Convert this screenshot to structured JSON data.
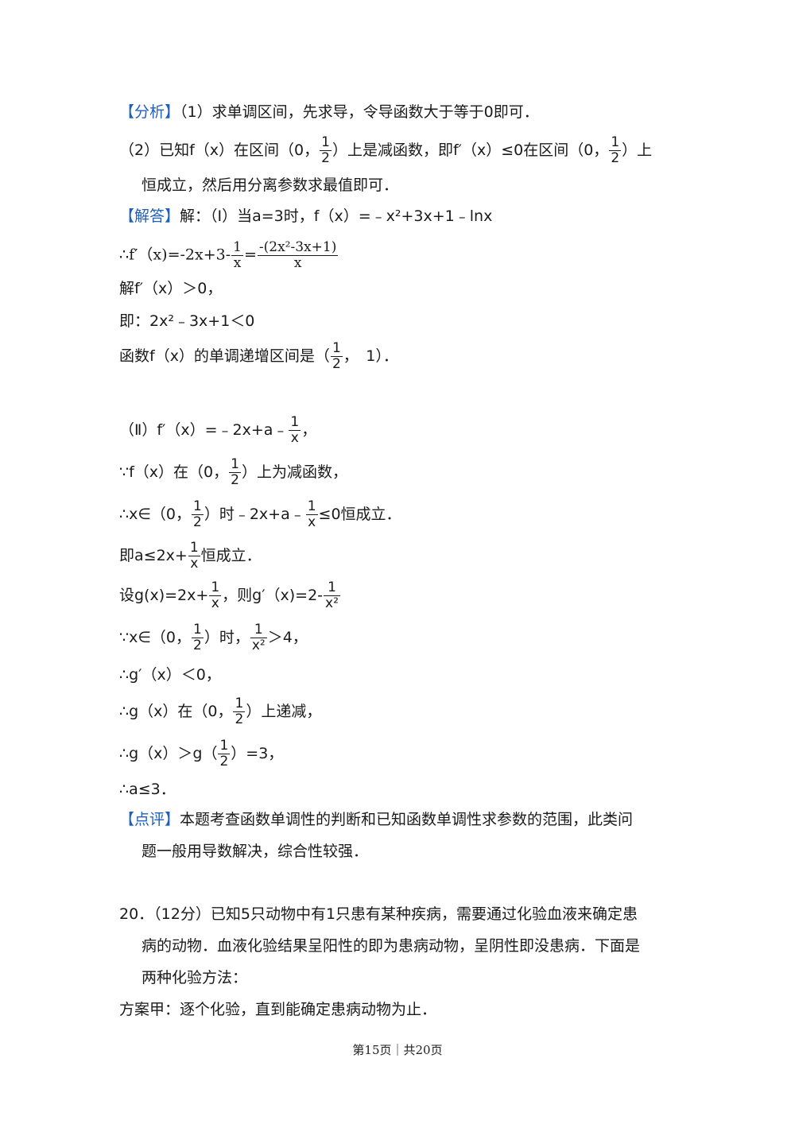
{
  "analysis": {
    "tag": "【分析】",
    "p1": "（1）求单调区间，先求导，令导函数大于等于0即可．",
    "p2a": "（2）已知f（x）在区间（0，",
    "p2b": "）上是减函数，即f′（x）≤0在区间（0，",
    "p2c": "）上",
    "p3": "恒成立，然后用分离参数求最值即可．"
  },
  "solution": {
    "tag": "【解答】",
    "intro": "解：（Ⅰ）当a=3时，f（x）=﹣x²+3x+1﹣lnx",
    "deriv_a": "∴f′（x)=-2x+3-",
    "deriv_b": "=",
    "deriv_num": "-(2x²-3x+1)",
    "solve1": "解f′（x）＞0，",
    "solve2": "即：2x²﹣3x+1＜0",
    "interval_a": "函数f（x）的单调递增区间是（",
    "interval_b": "，　1）．",
    "part2_a": "（Ⅱ）f′（x）=﹣2x+a﹣",
    "part2_b": "，",
    "dec_a": "∵f（x）在（0，",
    "dec_b": "）上为减函数，",
    "ineq_a": "∴x∈（0，",
    "ineq_b": "）时﹣2x+a﹣",
    "ineq_c": "≤0恒成立．",
    "sep_a": "即a≤2x+",
    "sep_b": "恒成立．",
    "g_a": "设g(x)=2x+",
    "g_b": "，则g′（x)=2-",
    "cond_a": "∵x∈（0，",
    "cond_b": "）时，",
    "cond_c": "＞4，",
    "gneg": "∴g′（x）＜0，",
    "gdec_a": "∴g（x）在（0，",
    "gdec_b": "）上递减，",
    "gmin_a": "∴g（x）＞g（",
    "gmin_b": "）=3，",
    "result": "∴a≤3．"
  },
  "comment": {
    "tag": "【点评】",
    "p1": "本题考查函数单调性的判断和已知函数单调性求参数的范围，此类问",
    "p2": "题一般用导数解决，综合性较强．"
  },
  "problem20": {
    "p1": "20．（12分）已知5只动物中有1只患有某种疾病，需要通过化验血液来确定患",
    "p2": "病的动物．血液化验结果呈阳性的即为患病动物，呈阴性即没患病．下面是",
    "p3": "两种化验方法：",
    "p4": "方案甲：逐个化验，直到能确定患病动物为止．"
  },
  "frac": {
    "one": "1",
    "two": "2",
    "x": "x",
    "x2": "x²"
  },
  "footer": "第15页｜共20页"
}
